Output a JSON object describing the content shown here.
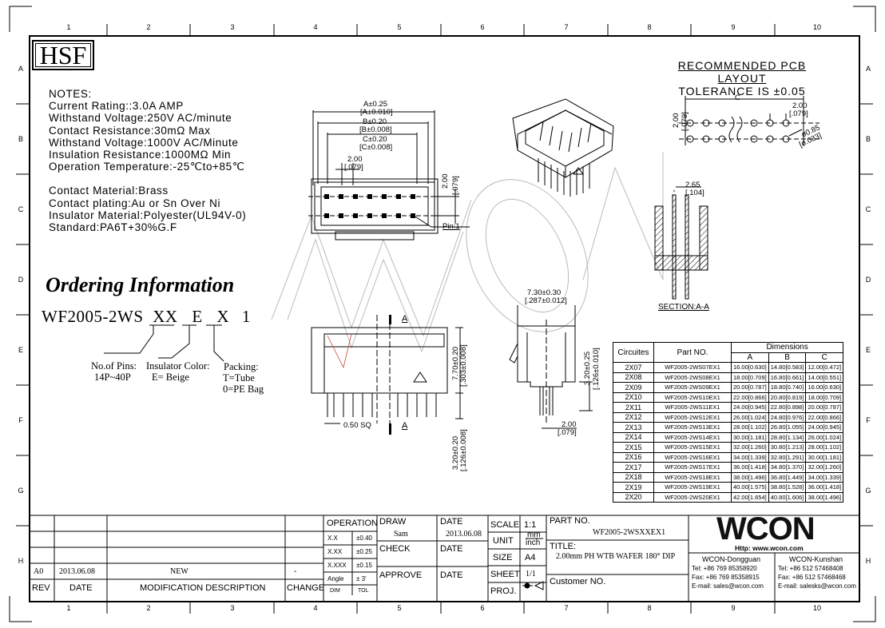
{
  "zones_top": [
    "1",
    "2",
    "3",
    "4",
    "5",
    "6",
    "7",
    "8",
    "9",
    "10"
  ],
  "zones_side": [
    "A",
    "B",
    "C",
    "D",
    "E",
    "F",
    "G",
    "H"
  ],
  "brand": "HSF",
  "notes": [
    "NOTES:",
    "Current Rating::3.0A AMP",
    "Withstand Voltage:250V AC/minute",
    "Contact Resistance:30mΩ Max",
    "Withstand Voltage:1000V AC/Minute",
    "Insulation Resistance:1000MΩ Min",
    "Operation Temperature:-25℃to+85℃",
    "",
    "Contact Material:Brass",
    "Contact plating:Au or Sn Over Ni",
    "Insulator Material:Polyester(UL94V-0)",
    "Standard:PA6T+30%G.F"
  ],
  "ordering": {
    "title": "Ordering Information",
    "part_prefix": "WF2005-2WS",
    "xx": "XX",
    "e": "E",
    "x": "X",
    "one": "1",
    "pins_label": "No.of Pins:",
    "pins_range": "14P~40P",
    "color_label": "Insulator Color:",
    "color_value": "E= Beige",
    "packing_label": "Packing:",
    "packing_t": "T=Tube",
    "packing_0": "0=PE Bag"
  },
  "top_view": {
    "a": "A±0.25",
    "a_in": "[A±0.010]",
    "b": "B±0.20",
    "b_in": "[B±0.008]",
    "c": "C±0.20",
    "c_in": "[C±0.008]",
    "pitch": "2.00",
    "pitch_in": "[.079]",
    "row": "2.00",
    "row_in": "[.079]",
    "pin1": "Pin:1"
  },
  "pcb": {
    "title": "RECOMMENDED PCB LAYOUT",
    "tol": "TOLERANCE IS ±0.05",
    "c": "C",
    "v1": "2.00",
    "v1_in": "[.079]",
    "v2": "2.00",
    "v2_in": "[.079]",
    "hole": "ø0.85",
    "hole_in": "[ø.033]"
  },
  "section": {
    "d1": "2.65",
    "d1_in": "[.104]",
    "label": "SECTION:A-A"
  },
  "front_view": {
    "sq": "0.50 SQ",
    "a1": "A",
    "a2": "A",
    "h1": "7.70±0.20",
    "h1_in": "[.303±0.008]",
    "h2": "3.20±0.20",
    "h2_in": "[.126±0.008]"
  },
  "side_view": {
    "w": "7.30±0.30",
    "w_in": "[.287±0.012]",
    "h": "3.20±0.25",
    "h_in": "[.126±0.010]",
    "p": "2.00",
    "p_in": "[.079]"
  },
  "part_table": {
    "h_circ": "Circuites",
    "h_part": "Part NO.",
    "h_dim": "Dimensions",
    "h_a": "A",
    "h_b": "B",
    "h_c": "C",
    "rows": [
      [
        "2X07",
        "WF2005-2WS07EX1",
        "16.00[0.630]",
        "14.80[0.583]",
        "12.00[0.472]"
      ],
      [
        "2X08",
        "WF2005-2WS08EX1",
        "18.00[0.709]",
        "16.80[0.661]",
        "14.00[0.551]"
      ],
      [
        "2X09",
        "WF2005-2WS09EX1",
        "20.00[0.787]",
        "18.80[0.740]",
        "16.00[0.630]"
      ],
      [
        "2X10",
        "WF2005-2WS10EX1",
        "22.00[0.866]",
        "20.80[0.819]",
        "18.00[0.709]"
      ],
      [
        "2X11",
        "WF2005-2WS11EX1",
        "24.00[0.945]",
        "22.80[0.898]",
        "20.00[0.787]"
      ],
      [
        "2X12",
        "WF2005-2WS12EX1",
        "26.00[1.024]",
        "24.80[0.976]",
        "22.00[0.866]"
      ],
      [
        "2X13",
        "WF2005-2WS13EX1",
        "28.00[1.102]",
        "26.80[1.055]",
        "24.00[0.945]"
      ],
      [
        "2X14",
        "WF2005-2WS14EX1",
        "30.00[1.181]",
        "28.80[1.134]",
        "26.00[1.024]"
      ],
      [
        "2X15",
        "WF2005-2WS15EX1",
        "32.00[1.260]",
        "30.80[1.213]",
        "28.00[1.102]"
      ],
      [
        "2X16",
        "WF2005-2WS16EX1",
        "34.00[1.339]",
        "32.80[1.291]",
        "30.00[1.181]"
      ],
      [
        "2X17",
        "WF2005-2WS17EX1",
        "36.00[1.418]",
        "34.80[1.370]",
        "32.00[1.260]"
      ],
      [
        "2X18",
        "WF2005-2WS18EX1",
        "38.00[1.496]",
        "36.80[1.449]",
        "34.00[1.339]"
      ],
      [
        "2X19",
        "WF2005-2WS19EX1",
        "40.00[1.575]",
        "38.80[1.528]",
        "36.00[1.418]"
      ],
      [
        "2X20",
        "WF2005-2WS20EX1",
        "42.00[1.654]",
        "40.80[1.606]",
        "38.00[1.496]"
      ]
    ]
  },
  "title_block": {
    "rev_h": "REV",
    "date_h": "DATE",
    "mod_h": "MODIFICATION DESCRIPTION",
    "change_h": "CHANGE",
    "rev": "A0",
    "date": "2013.06.08",
    "desc": "NEW",
    "change": "-",
    "operation": "OPERATION",
    "tols": [
      [
        "X.X",
        "±0.40"
      ],
      [
        "X.XX",
        "±0.25"
      ],
      [
        "X.XXX",
        "±0.15"
      ],
      [
        "Angle",
        "± 3'"
      ],
      [
        "DIM",
        "TOL"
      ]
    ],
    "draw": "DRAW",
    "draw_name": "Sam",
    "check": "CHECK",
    "approve": "APPROVE",
    "date_l": "DATE",
    "draw_date": "2013.06.08",
    "date2": "DATE",
    "date3": "DATE",
    "scale_l": "SCALE",
    "scale": "1:1",
    "unit_l": "UNIT",
    "unit_mm": "mm",
    "unit_in": "inch",
    "size_l": "SIZE",
    "size": "A4",
    "sheet_l": "SHEET",
    "sheet": "1/1",
    "proj_l": "PROJ.",
    "partno_l": "PART NO.",
    "partno": "WF2005-2WSXXEX1",
    "title_l": "TITLE:",
    "title": "2.00mm PH WTB WAFER 180° DIP",
    "customer_l": "Customer NO.",
    "logo": "WCON",
    "url": "Http: www.wcon.com",
    "dg": "WCON-Dongguan",
    "dg_tel": "Tel: +86 769 85358920",
    "dg_fax": "Fax: +86 769 85358915",
    "dg_mail": "E-mail: sales@wcon.com",
    "ks": "WCON-Kunshan",
    "ks_tel": "Tel: +86 512 57468408",
    "ks_fax": "Fax: +86 512 57468468",
    "ks_mail": "E-mail: salesks@wcon.com"
  }
}
